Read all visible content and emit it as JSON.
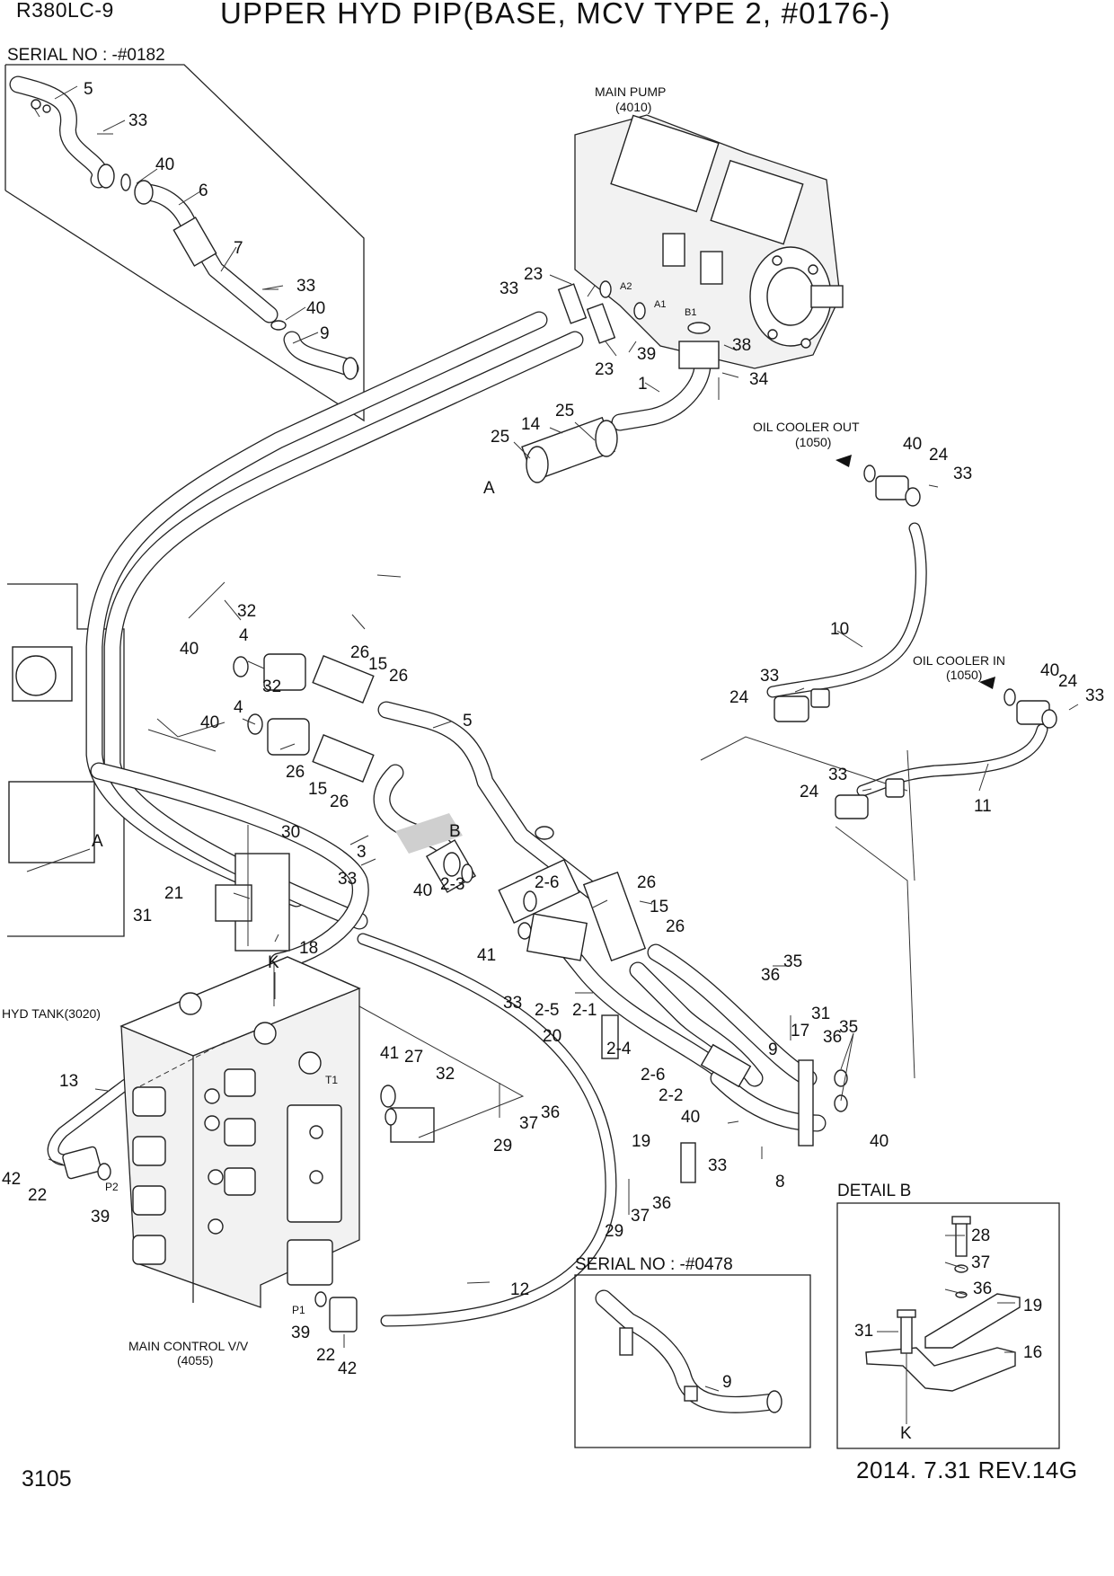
{
  "header": {
    "model": "R380LC-9",
    "title": "UPPER HYD PIP(BASE, MCV TYPE 2, #0176-)"
  },
  "footer": {
    "page_number": "3105",
    "revision": "2014. 7.31  REV.14G"
  },
  "inset_serial_0182": "SERIAL NO : -#0182",
  "inset_serial_0478": "SERIAL NO : -#0478",
  "detail_b_title": "DETAIL B",
  "component_captions": {
    "main_pump": "MAIN PUMP",
    "main_pump_code": "(4010)",
    "oil_cooler_out": "OIL COOLER OUT",
    "oil_cooler_out_code": "(1050)",
    "oil_cooler_in": "OIL COOLER IN",
    "oil_cooler_in_code": "(1050)",
    "hyd_tank": "HYD TANK(3020)",
    "main_control_valve": "MAIN CONTROL V/V",
    "main_control_valve_code": "(4055)"
  },
  "port_labels": {
    "a2": "A2",
    "a1": "A1",
    "b1": "B1",
    "t1": "T1",
    "p2": "P2",
    "p1": "P1"
  },
  "section_marks": {
    "a": "A",
    "b": "B",
    "k": "K"
  },
  "callouts": {
    "inset1": [
      "5",
      "33",
      "40",
      "6",
      "7",
      "33",
      "40",
      "9"
    ],
    "pump_area": [
      "23",
      "33",
      "23",
      "39",
      "38",
      "34",
      "1",
      "25",
      "14",
      "25"
    ],
    "cooler_out": [
      "40",
      "24",
      "33",
      "10"
    ],
    "cooler_in": [
      "40",
      "24",
      "33",
      "33",
      "24",
      "33",
      "24",
      "11"
    ],
    "center": [
      "32",
      "4",
      "40",
      "26",
      "15",
      "26",
      "32",
      "4",
      "40",
      "5",
      "26",
      "15",
      "26",
      "3",
      "33",
      "40",
      "30",
      "21",
      "31",
      "18",
      "2-6",
      "2-3",
      "41",
      "26",
      "15",
      "26",
      "35",
      "36",
      "33",
      "2-5",
      "2-1",
      "20",
      "2-4",
      "31",
      "17",
      "36",
      "35",
      "9",
      "2-6",
      "2-2",
      "40",
      "19",
      "33",
      "8",
      "40",
      "29",
      "37",
      "36",
      "29",
      "37",
      "36",
      "12"
    ],
    "mcv": [
      "13",
      "42",
      "22",
      "39",
      "41",
      "27",
      "32",
      "39",
      "22",
      "42"
    ],
    "inset2": [
      "9"
    ],
    "detail_b": [
      "28",
      "37",
      "36",
      "19",
      "31",
      "16"
    ]
  }
}
